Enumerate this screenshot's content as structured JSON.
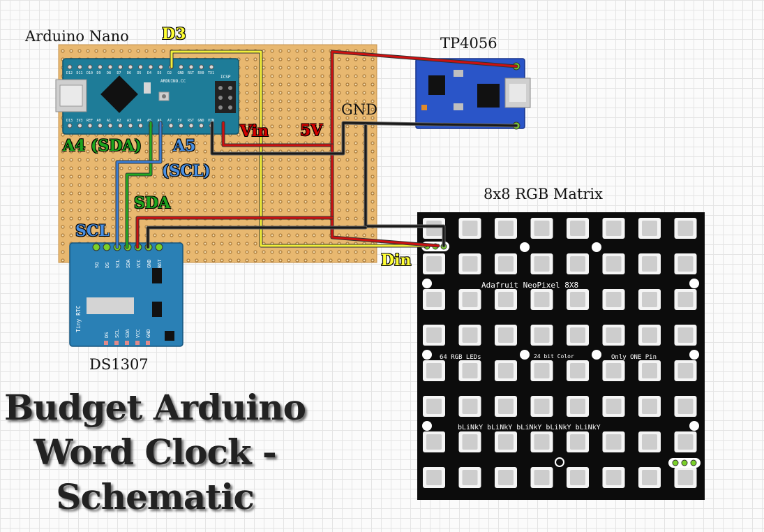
{
  "labels": {
    "nano": "Arduino Nano",
    "d3": "D3",
    "tp4056": "TP4056",
    "gnd": "GND",
    "vin": "Vin",
    "v5": "5V",
    "a4": "A4 (SDA)",
    "a5": "A5",
    "a5scl": "(SCL)",
    "sda": "SDA",
    "scl": "SCL",
    "matrix": "8x8 RGB Matrix",
    "din": "Din",
    "ds1307": "DS1307"
  },
  "title": {
    "line1": "Budget Arduino",
    "line2": "Word Clock -",
    "line3": "Schematic"
  },
  "nano_board": {
    "top_pins": [
      "D12",
      "D11",
      "D10",
      "D9",
      "D8",
      "D7",
      "D6",
      "D5",
      "D4",
      "D3",
      "D2",
      "GND",
      "RST",
      "RX0",
      "TX1"
    ],
    "bottom_pins": [
      "D13",
      "3V3",
      "REF",
      "A0",
      "A1",
      "A2",
      "A3",
      "A4",
      "A5",
      "A6",
      "A7",
      "5V",
      "RST",
      "GND",
      "VIN"
    ],
    "silk": "ARDUINO.CC",
    "icsp": "ICSP"
  },
  "rtc_board": {
    "top_pins": [
      "SQ",
      "DS",
      "SCL",
      "SDA",
      "VCC",
      "GND",
      "BAT"
    ],
    "bottom_pins": [
      "DS",
      "SCL",
      "SDA",
      "VCC",
      "GND"
    ],
    "name": "Tiny RTC"
  },
  "matrix_board": {
    "line1": "Adafruit NeoPixel 8X8",
    "line2a": "64 RGB LEDs",
    "line2b": "24 bit Color",
    "line2c": "Only ONE Pin",
    "line3": "bLiNkY bLiNkY bLiNkY bLiNkY bLiNkY"
  },
  "colors": {
    "wire_red": "#cc1111",
    "wire_black": "#1a1a1a",
    "wire_yellow": "#f2ef3a",
    "wire_green": "#22aa22",
    "wire_blue": "#3b7fd6",
    "perfboard": "#e8b870",
    "nano_pcb": "#1e7c98",
    "rtc_pcb": "#2a80b5",
    "tp_pcb": "#2a55c8",
    "matrix_pcb": "#0c0c0c"
  }
}
